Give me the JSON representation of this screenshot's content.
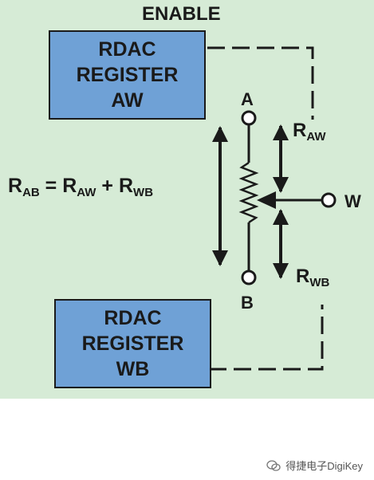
{
  "enable_label": "ENABLE",
  "register_aw": {
    "line1": "RDAC",
    "line2": "REGISTER",
    "line3": "AW"
  },
  "register_wb": {
    "line1": "RDAC",
    "line2": "REGISTER",
    "line3": "WB"
  },
  "formula": {
    "r1": "R",
    "s1": "AB",
    "eq": " = ",
    "r2": "R",
    "s2": "AW",
    "plus": " + ",
    "r3": "R",
    "s3": "WB"
  },
  "terminal_a": "A",
  "terminal_b": "B",
  "terminal_w": "W",
  "raw_label": {
    "r": "R",
    "sub": "AW"
  },
  "rwb_label": {
    "r": "R",
    "sub": "WB"
  },
  "watermark": "得捷电子DigiKey",
  "colors": {
    "background": "#d6ebd6",
    "register_fill": "#6fa1d6",
    "stroke": "#1a1a1a"
  }
}
